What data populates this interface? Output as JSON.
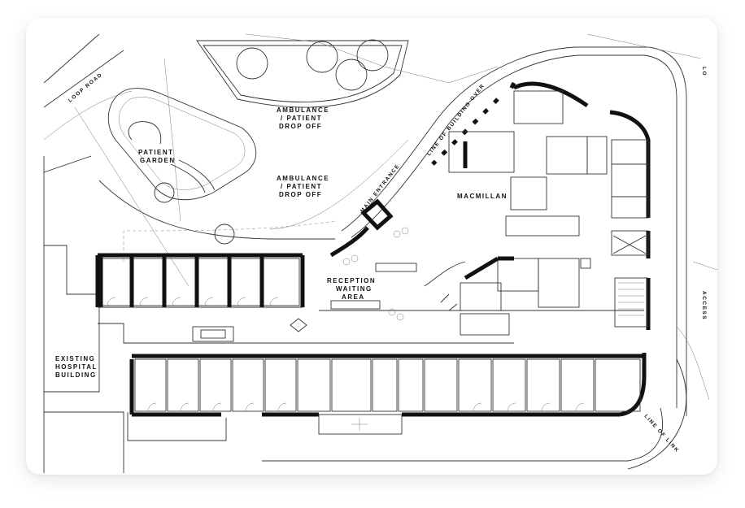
{
  "labels": {
    "loop_road": "LOOP ROAD",
    "ambulance_1_line1": "AMBULANCE",
    "ambulance_1_line2": "/ PATIENT",
    "ambulance_1_line3": "DROP OFF",
    "ambulance_2_line1": "AMBULANCE",
    "ambulance_2_line2": "/ PATIENT",
    "ambulance_2_line3": "DROP OFF",
    "patient_garden_line1": "PATIENT",
    "patient_garden_line2": "GARDEN",
    "main_entrance": "MAIN ENTRANCE",
    "line_of_building_over": "LINE OF BUILDING OVER",
    "macmillan": "MACMILLAN",
    "reception_line1": "RECEPTION",
    "reception_line2": "WAITING",
    "reception_line3": "AREA",
    "existing_line1": "EXISTING",
    "existing_line2": "HOSPITAL",
    "existing_line3": "BUILDING",
    "line_of_link": "LINE OF LINK",
    "access": "ACCESS",
    "top_right": "LO"
  },
  "colors": {
    "wall": "#111111",
    "line": "#333333",
    "background": "#ffffff"
  }
}
